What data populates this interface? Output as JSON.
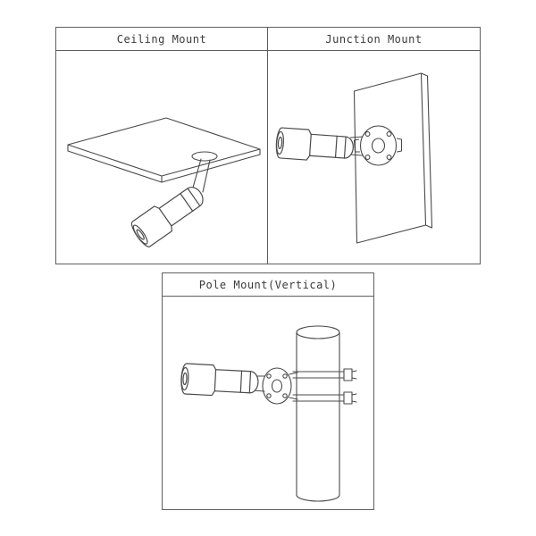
{
  "panels": [
    {
      "id": "ceiling-mount",
      "title": "Ceiling Mount"
    },
    {
      "id": "junction-mount",
      "title": "Junction Mount"
    },
    {
      "id": "pole-mount",
      "title": "Pole Mount(Vertical)"
    }
  ],
  "style": {
    "line_color": "#4a4a4a",
    "border_color": "#5f5f5f",
    "background": "#ffffff"
  }
}
